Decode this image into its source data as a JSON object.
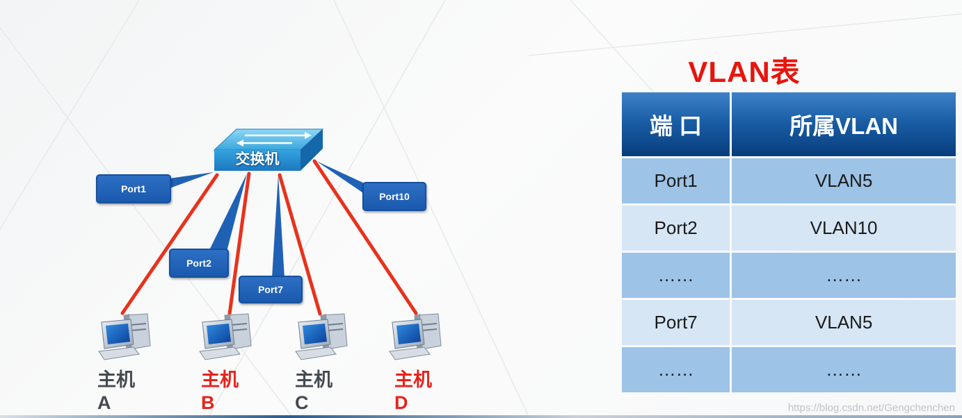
{
  "diagram": {
    "switch_label": "交换机",
    "port_callouts": [
      "Port1",
      "Port2",
      "Port7",
      "Port10"
    ],
    "hosts": [
      {
        "line1": "主机",
        "line2": "A",
        "highlight": false
      },
      {
        "line1": "主机",
        "line2": "B",
        "highlight": true
      },
      {
        "line1": "主机",
        "line2": "C",
        "highlight": false
      },
      {
        "line1": "主机",
        "line2": "D",
        "highlight": true
      }
    ],
    "colors": {
      "link": "#e8321c",
      "callout": "#1f62b5",
      "highlight_text": "#e8221c",
      "normal_text": "#454a52"
    }
  },
  "vlan_table": {
    "title": "VLAN表",
    "headers": [
      "端 口",
      "所属VLAN"
    ],
    "rows": [
      [
        "Port1",
        "VLAN5"
      ],
      [
        "Port2",
        "VLAN10"
      ],
      [
        "……",
        "……"
      ],
      [
        "Port7",
        "VLAN5"
      ],
      [
        "……",
        "……"
      ]
    ]
  },
  "watermark": "https://blog.csdn.net/Gengchenchen"
}
